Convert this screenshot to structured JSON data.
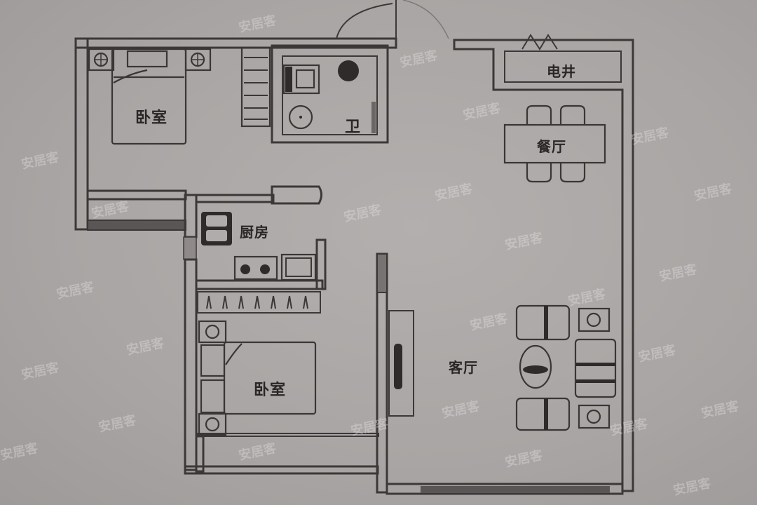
{
  "floorplan": {
    "rooms": [
      {
        "id": "bedroom-1",
        "label": "卧室"
      },
      {
        "id": "bathroom",
        "label": "卫"
      },
      {
        "id": "kitchen",
        "label": "厨房"
      },
      {
        "id": "bedroom-2",
        "label": "卧室"
      },
      {
        "id": "electric-well",
        "label": "电井"
      },
      {
        "id": "dining-room",
        "label": "餐厅"
      },
      {
        "id": "living-room",
        "label": "客厅"
      }
    ],
    "watermark": "安居客",
    "colors": {
      "background": "#a9a5a4",
      "lines": "#3c3838"
    }
  }
}
